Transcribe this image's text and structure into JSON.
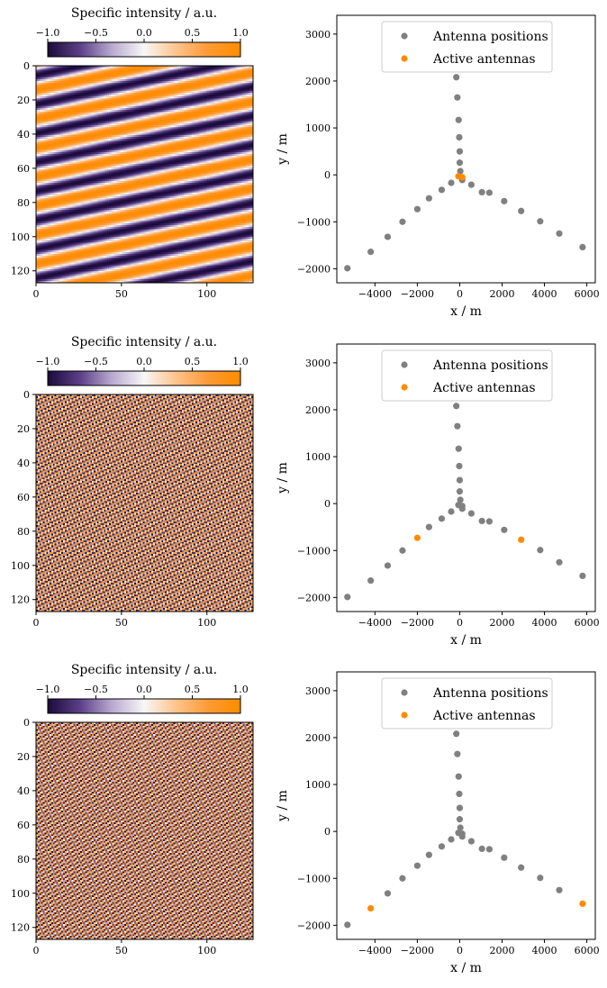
{
  "colors": {
    "antenna": "#808080",
    "active": "#ff8c00",
    "cmap": [
      "#1b0a3c",
      "#5b3f87",
      "#b9a9cf",
      "#f7f7f7",
      "#fdc48a",
      "#fd9a34",
      "#ff8c00"
    ]
  },
  "chart_data": [
    {
      "type": "heatmap",
      "panel": 0,
      "colorbar_label": "Specific intensity / a.u.",
      "colorbar_range": [
        -1.0,
        1.0
      ],
      "colorbar_ticks": [
        "−1.0",
        "−0.5",
        "0.0",
        "0.5",
        "1.0"
      ],
      "x_ticks": [
        0,
        50,
        100
      ],
      "y_ticks": [
        0,
        20,
        40,
        60,
        80,
        100,
        120
      ],
      "xlim": [
        0,
        127
      ],
      "ylim": [
        127,
        0
      ],
      "pattern": {
        "kx": 0.0125,
        "ky": 0.0585,
        "phase": 0.2
      }
    },
    {
      "type": "scatter",
      "panel": 0,
      "xlabel": "x / m",
      "ylabel": "y / m",
      "xlim": [
        -5800,
        6400
      ],
      "ylim": [
        -2300,
        3400
      ],
      "x_ticks": [
        -4000,
        -2000,
        0,
        2000,
        4000,
        6000
      ],
      "y_ticks": [
        -2000,
        -1000,
        0,
        1000,
        2000,
        3000
      ],
      "x_tick_labels": [
        "−4000",
        "−2000",
        "0",
        "2000",
        "4000",
        "6000"
      ],
      "y_tick_labels": [
        "−2000",
        "−1000",
        "0",
        "1000",
        "2000",
        "3000"
      ],
      "legend": {
        "position": "upper-center",
        "entries": [
          "Antenna positions",
          "Active antennas"
        ]
      },
      "series": [
        {
          "name": "Antenna positions",
          "color": "#808080",
          "x": [
            -160,
            -110,
            -50,
            -20,
            0,
            0,
            30,
            -400,
            -850,
            -1450,
            -2000,
            -2700,
            -3400,
            -4200,
            -5300,
            120,
            550,
            1050,
            1400,
            2100,
            2900,
            3800,
            4700,
            5800
          ],
          "y": [
            2080,
            1650,
            1170,
            800,
            500,
            260,
            80,
            -170,
            -320,
            -500,
            -730,
            -1000,
            -1320,
            -1640,
            -1990,
            -110,
            -210,
            -370,
            -380,
            -560,
            -770,
            -990,
            -1250,
            -1540
          ]
        },
        {
          "name": "Active antennas",
          "color": "#ff8c00",
          "x": [
            -60,
            120
          ],
          "y": [
            -30,
            -50
          ]
        }
      ]
    },
    {
      "type": "heatmap",
      "panel": 1,
      "colorbar_label": "Specific intensity / a.u.",
      "colorbar_range": [
        -1.0,
        1.0
      ],
      "colorbar_ticks": [
        "−1.0",
        "−0.5",
        "0.0",
        "0.5",
        "1.0"
      ],
      "x_ticks": [
        0,
        50,
        100
      ],
      "y_ticks": [
        0,
        20,
        40,
        60,
        80,
        100,
        120
      ],
      "xlim": [
        0,
        127
      ],
      "ylim": [
        127,
        0
      ],
      "pattern": {
        "kx": 0.22,
        "ky": 0.42,
        "phase": 0.1
      }
    },
    {
      "type": "scatter",
      "panel": 1,
      "xlabel": "x / m",
      "ylabel": "y / m",
      "xlim": [
        -5800,
        6400
      ],
      "ylim": [
        -2300,
        3400
      ],
      "x_ticks": [
        -4000,
        -2000,
        0,
        2000,
        4000,
        6000
      ],
      "y_ticks": [
        -2000,
        -1000,
        0,
        1000,
        2000,
        3000
      ],
      "x_tick_labels": [
        "−4000",
        "−2000",
        "0",
        "2000",
        "4000",
        "6000"
      ],
      "y_tick_labels": [
        "−2000",
        "−1000",
        "0",
        "1000",
        "2000",
        "3000"
      ],
      "legend": {
        "position": "upper-center",
        "entries": [
          "Antenna positions",
          "Active antennas"
        ]
      },
      "series": [
        {
          "name": "Antenna positions",
          "color": "#808080",
          "x": [
            -160,
            -110,
            -50,
            -20,
            0,
            0,
            30,
            -400,
            -850,
            -1450,
            -2700,
            -3400,
            -4200,
            -5300,
            120,
            550,
            1050,
            1400,
            2100,
            3800,
            4700,
            5800,
            -60,
            120
          ],
          "y": [
            2080,
            1650,
            1170,
            800,
            500,
            260,
            80,
            -170,
            -320,
            -500,
            -1000,
            -1320,
            -1640,
            -1990,
            -110,
            -210,
            -370,
            -380,
            -560,
            -990,
            -1250,
            -1540,
            -30,
            -50
          ]
        },
        {
          "name": "Active antennas",
          "color": "#ff8c00",
          "x": [
            -2000,
            2900
          ],
          "y": [
            -730,
            -770
          ]
        }
      ]
    },
    {
      "type": "heatmap",
      "panel": 2,
      "colorbar_label": "Specific intensity / a.u.",
      "colorbar_range": [
        -1.0,
        1.0
      ],
      "colorbar_ticks": [
        "−1.0",
        "−0.5",
        "0.0",
        "0.5",
        "1.0"
      ],
      "x_ticks": [
        0,
        50,
        100
      ],
      "y_ticks": [
        0,
        20,
        40,
        60,
        80,
        100,
        120
      ],
      "xlim": [
        0,
        127
      ],
      "ylim": [
        127,
        0
      ],
      "pattern": {
        "kx": 0.41,
        "ky": 0.31,
        "phase": 0.3
      }
    },
    {
      "type": "scatter",
      "panel": 2,
      "xlabel": "x / m",
      "ylabel": "y / m",
      "xlim": [
        -5800,
        6400
      ],
      "ylim": [
        -2300,
        3400
      ],
      "x_ticks": [
        -4000,
        -2000,
        0,
        2000,
        4000,
        6000
      ],
      "y_ticks": [
        -2000,
        -1000,
        0,
        1000,
        2000,
        3000
      ],
      "x_tick_labels": [
        "−4000",
        "−2000",
        "0",
        "2000",
        "4000",
        "6000"
      ],
      "y_tick_labels": [
        "−2000",
        "−1000",
        "0",
        "1000",
        "2000",
        "3000"
      ],
      "legend": {
        "position": "upper-center",
        "entries": [
          "Antenna positions",
          "Active antennas"
        ]
      },
      "series": [
        {
          "name": "Antenna positions",
          "color": "#808080",
          "x": [
            -160,
            -110,
            -50,
            -20,
            0,
            0,
            30,
            -400,
            -850,
            -1450,
            -2000,
            -2700,
            -3400,
            -5300,
            120,
            550,
            1050,
            1400,
            2100,
            2900,
            3800,
            4700,
            -60,
            120
          ],
          "y": [
            2080,
            1650,
            1170,
            800,
            500,
            260,
            80,
            -170,
            -320,
            -500,
            -730,
            -1000,
            -1320,
            -1990,
            -110,
            -210,
            -370,
            -380,
            -560,
            -770,
            -990,
            -1250,
            -30,
            -50
          ]
        },
        {
          "name": "Active antennas",
          "color": "#ff8c00",
          "x": [
            -4200,
            5800
          ],
          "y": [
            -1640,
            -1540
          ]
        }
      ]
    }
  ]
}
